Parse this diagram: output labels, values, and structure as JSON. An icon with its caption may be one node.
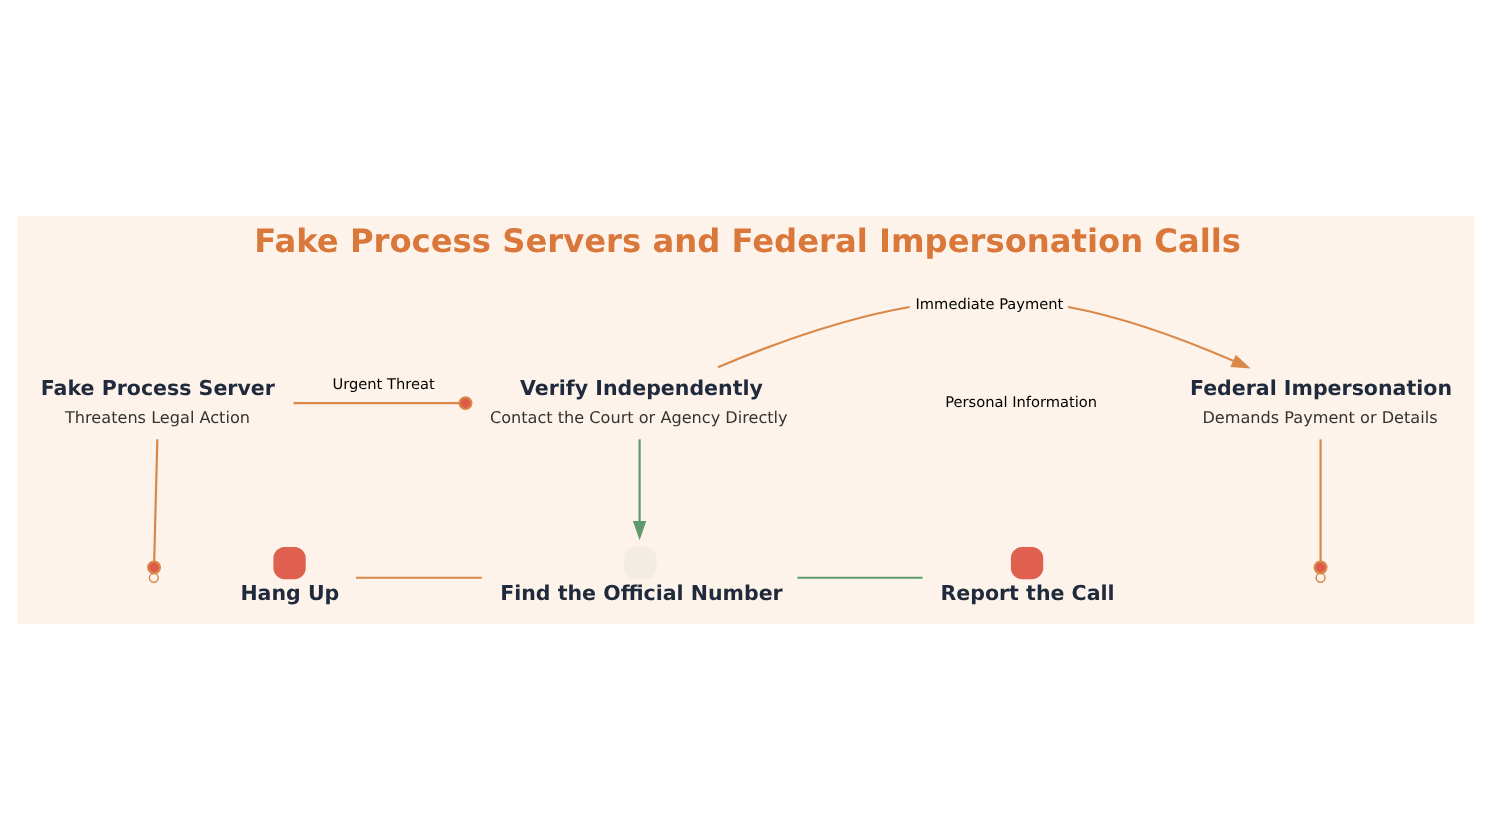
{
  "diagram": {
    "title": "Fake Process Servers and Federal Impersonation Calls",
    "nodes": [
      {
        "text": [
          "Fake Process Server",
          "Threatens Legal Action"
        ]
      },
      {
        "text": [
          "Verify Independently",
          "Contact the Court or Agency Directly"
        ]
      },
      {
        "text": [
          "Federal Impersonation",
          "Demands Payment or Details"
        ]
      },
      {
        "text": [
          "Hang Up"
        ]
      },
      {
        "text": [
          "Find the Official Number"
        ]
      },
      {
        "text": [
          "Report the Call"
        ]
      }
    ],
    "edges": [
      {
        "from": 0,
        "to": 1,
        "arrow": "other",
        "label": "Urgent Threat"
      },
      {
        "from": 1,
        "to": 2,
        "arrow": "to",
        "label": "Immediate Payment"
      },
      {
        "from": 1,
        "to": 4,
        "arrow": "to",
        "color": "#5f9a6c"
      },
      {
        "from": 3,
        "to": 4,
        "arrow": "none"
      },
      {
        "from": 4,
        "to": 5,
        "arrow": "none",
        "color": "#5f9a6c"
      },
      {
        "from": 0,
        "to": null,
        "arrow": "other"
      },
      {
        "from": 2,
        "to": null,
        "arrow": "other"
      }
    ],
    "labels": [
      "Personal Information"
    ]
  }
}
